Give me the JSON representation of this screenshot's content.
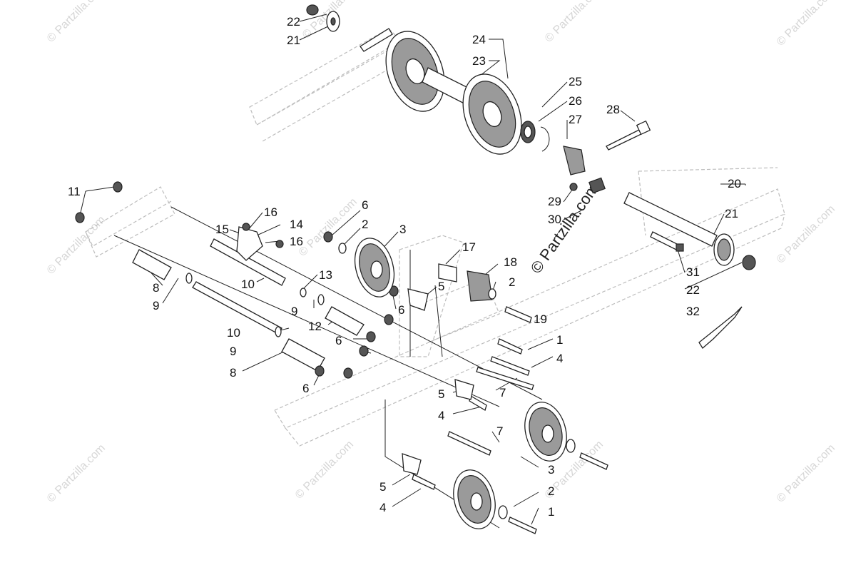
{
  "watermark": {
    "small_text": "© Partzilla.com",
    "center_text": "© Partzilla.com"
  },
  "callouts": [
    {
      "id": "c22a",
      "label": "22"
    },
    {
      "id": "c21a",
      "label": "21"
    },
    {
      "id": "c24",
      "label": "24"
    },
    {
      "id": "c23",
      "label": "23"
    },
    {
      "id": "c25",
      "label": "25"
    },
    {
      "id": "c26",
      "label": "26"
    },
    {
      "id": "c27",
      "label": "27"
    },
    {
      "id": "c28",
      "label": "28"
    },
    {
      "id": "c20",
      "label": "20"
    },
    {
      "id": "c29",
      "label": "29"
    },
    {
      "id": "c30",
      "label": "30"
    },
    {
      "id": "c21b",
      "label": "21"
    },
    {
      "id": "c31",
      "label": "31"
    },
    {
      "id": "c22b",
      "label": "22"
    },
    {
      "id": "c32",
      "label": "32"
    },
    {
      "id": "c11",
      "label": "11"
    },
    {
      "id": "c16a",
      "label": "16"
    },
    {
      "id": "c14",
      "label": "14"
    },
    {
      "id": "c15",
      "label": "15"
    },
    {
      "id": "c16b",
      "label": "16"
    },
    {
      "id": "c6a",
      "label": "6"
    },
    {
      "id": "c2a",
      "label": "2"
    },
    {
      "id": "c3a",
      "label": "3"
    },
    {
      "id": "c17",
      "label": "17"
    },
    {
      "id": "c18",
      "label": "18"
    },
    {
      "id": "c5a",
      "label": "5"
    },
    {
      "id": "c2b",
      "label": "2"
    },
    {
      "id": "c8a",
      "label": "8"
    },
    {
      "id": "c9a",
      "label": "9"
    },
    {
      "id": "c10a",
      "label": "10"
    },
    {
      "id": "c13",
      "label": "13"
    },
    {
      "id": "c9b",
      "label": "9"
    },
    {
      "id": "c6b",
      "label": "6"
    },
    {
      "id": "c19",
      "label": "19"
    },
    {
      "id": "c10b",
      "label": "10"
    },
    {
      "id": "c12",
      "label": "12"
    },
    {
      "id": "c9c",
      "label": "9"
    },
    {
      "id": "c6c",
      "label": "6"
    },
    {
      "id": "c1a",
      "label": "1"
    },
    {
      "id": "c4a",
      "label": "4"
    },
    {
      "id": "c8b",
      "label": "8"
    },
    {
      "id": "c6d",
      "label": "6"
    },
    {
      "id": "c7a",
      "label": "7"
    },
    {
      "id": "c5b",
      "label": "5"
    },
    {
      "id": "c4b",
      "label": "4"
    },
    {
      "id": "c7b",
      "label": "7"
    },
    {
      "id": "c3b",
      "label": "3"
    },
    {
      "id": "c5c",
      "label": "5"
    },
    {
      "id": "c2c",
      "label": "2"
    },
    {
      "id": "c4c",
      "label": "4"
    },
    {
      "id": "c1b",
      "label": "1"
    }
  ]
}
